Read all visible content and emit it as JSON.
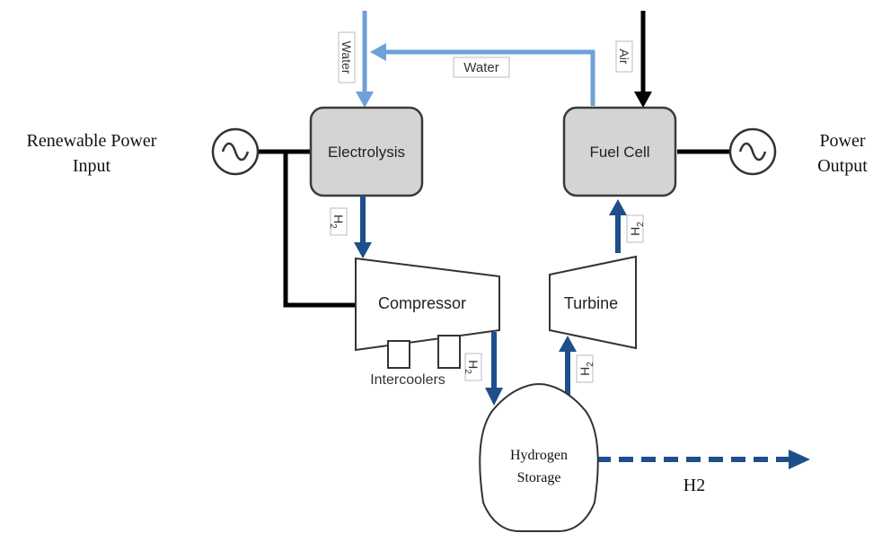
{
  "colors": {
    "water": "#6fa0d8",
    "hydrogen": "#1f4e8c",
    "wire": "#000000",
    "box_fill": "#d4d4d4",
    "box_stroke": "#3a3a3a"
  },
  "labels": {
    "renewable_line1": "Renewable Power",
    "renewable_line2": "Input",
    "power_line1": "Power",
    "power_line2": "Output",
    "electrolysis": "Electrolysis",
    "fuel_cell": "Fuel Cell",
    "compressor": "Compressor",
    "turbine": "Turbine",
    "intercoolers": "Intercoolers",
    "storage_line1": "Hydrogen",
    "storage_line2": "Storage",
    "water_vertical": "Water",
    "water_horizontal": "Water",
    "air": "Air",
    "h2_base": "H",
    "h2_sub": "2",
    "h2_output": "H2"
  },
  "icons": {
    "source": "ac-source-icon",
    "output": "ac-output-icon"
  }
}
